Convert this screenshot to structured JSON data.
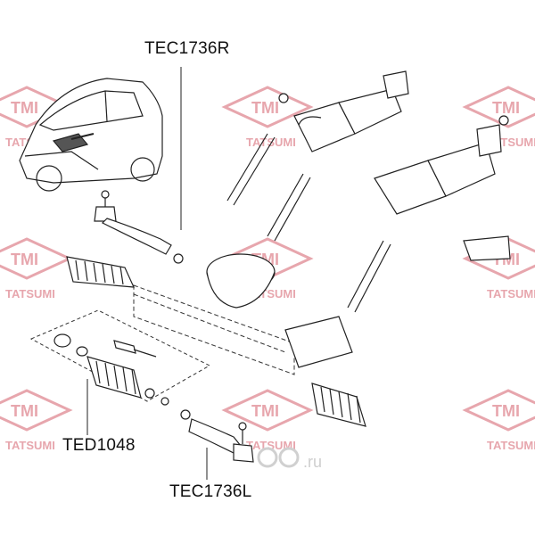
{
  "watermark": {
    "logo_text": "TMI",
    "brand_text": "TATSUMI",
    "color": "#e7a6ad"
  },
  "labels": {
    "part_right_tie_rod_end": "TEC1736R",
    "part_boot_kit": "TED1048",
    "part_left_tie_rod_end": "TEC1736L"
  },
  "source_watermark": {
    "main": "drive2",
    "suffix": ".ru"
  }
}
